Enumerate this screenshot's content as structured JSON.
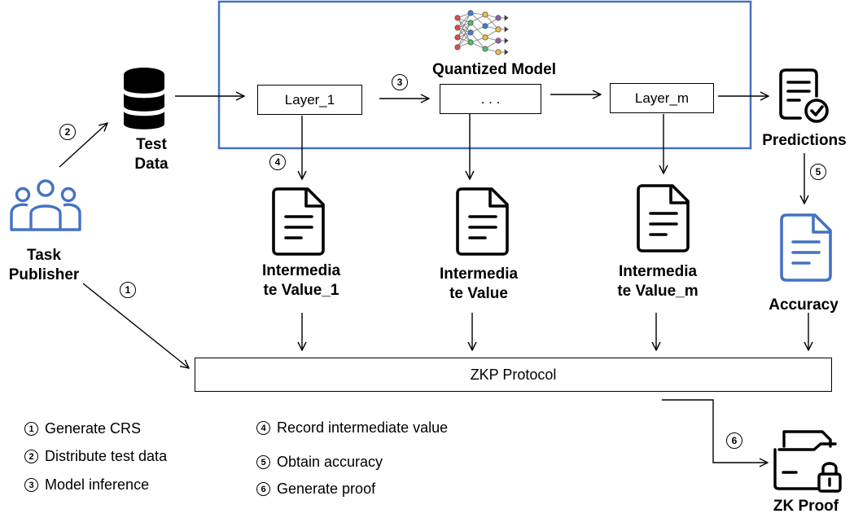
{
  "nodes": {
    "test_data": "Test\nData",
    "task_publisher": "Task\nPublisher",
    "quantized_model": "Quantized Model",
    "layer_1": "Layer_1",
    "layer_dots": ". . .",
    "layer_m": "Layer_m",
    "predictions": "Predictions",
    "accuracy": "Accuracy",
    "intermediate_1": "Intermedia\nte Value_1",
    "intermediate": "Intermedia\nte Value",
    "intermediate_m": "Intermedia\nte Value_m",
    "zkp_protocol": "ZKP Protocol",
    "zk_proof": "ZK Proof"
  },
  "steps": [
    "1",
    "2",
    "3",
    "4",
    "5",
    "6"
  ],
  "legend": [
    {
      "num": "1",
      "text": "Generate CRS"
    },
    {
      "num": "2",
      "text": "Distribute test data"
    },
    {
      "num": "3",
      "text": "Model inference"
    },
    {
      "num": "4",
      "text": "Record intermediate value"
    },
    {
      "num": "5",
      "text": "Obtain accuracy"
    },
    {
      "num": "6",
      "text": "Generate proof"
    }
  ],
  "colors": {
    "model_frame": "#4472c4",
    "publisher_icon": "#4472c4",
    "accuracy_icon": "#4472c4",
    "ink": "#000000"
  }
}
